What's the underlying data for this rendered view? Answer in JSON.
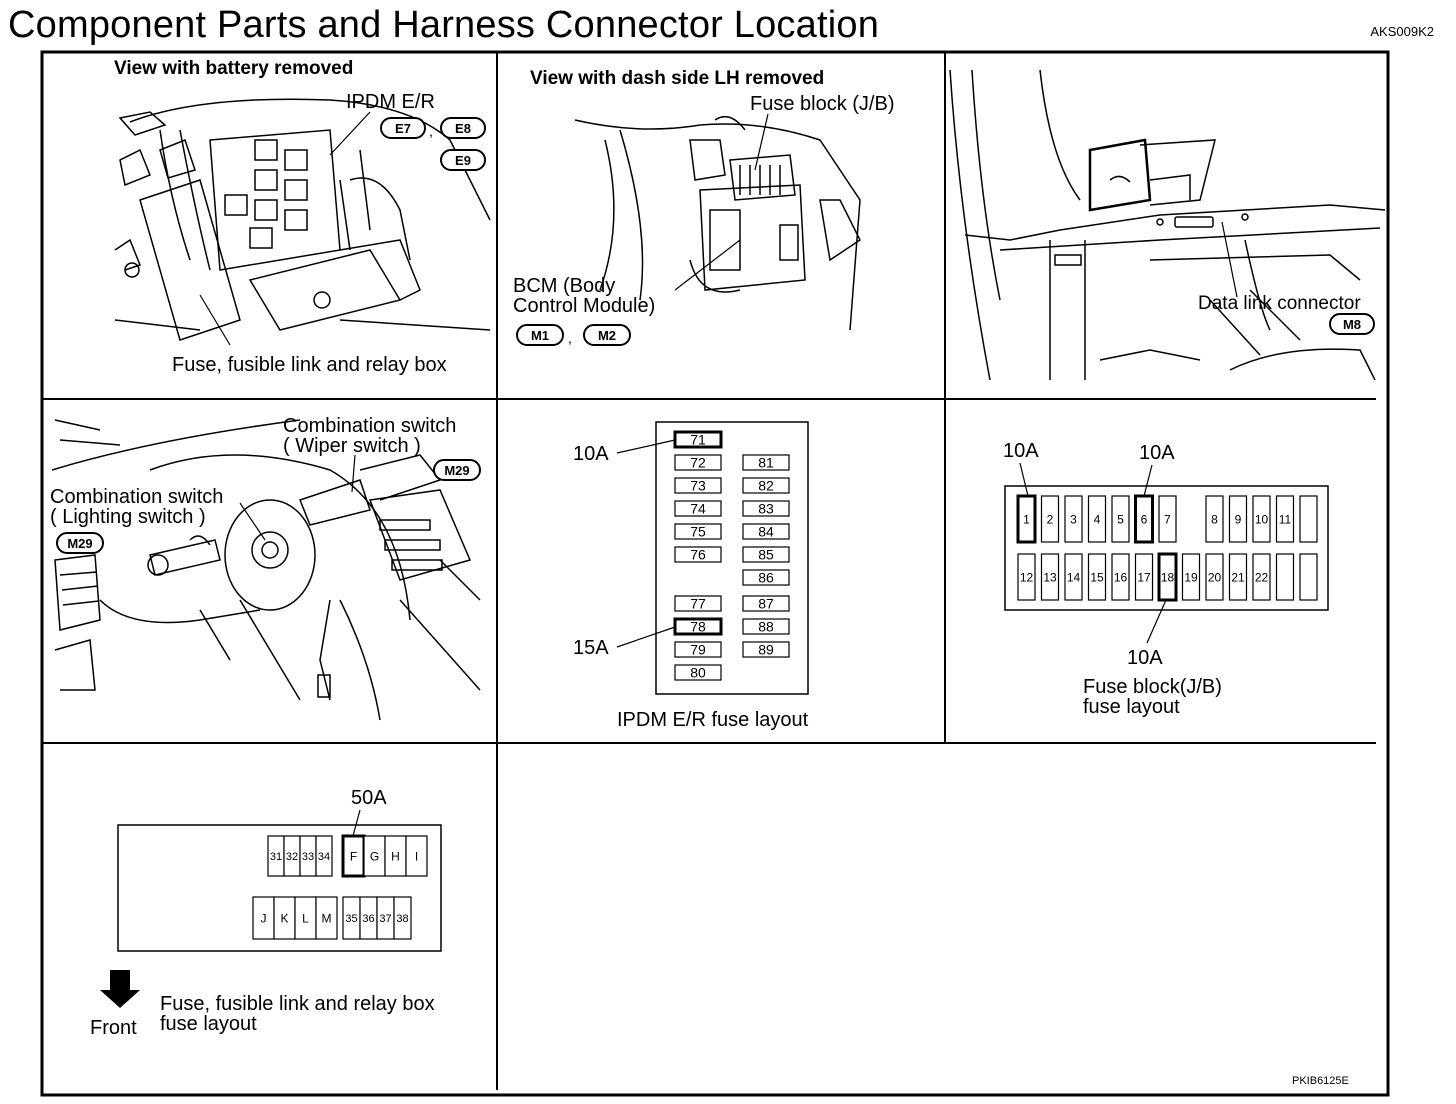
{
  "title": "Component Parts and Harness Connector Location",
  "doc_code": "AKS009K2",
  "figure_code": "PKIB6125E",
  "panel1": {
    "caption": "View with battery removed",
    "ipdm_label": "IPDM E/R",
    "connectors": [
      "E7",
      "E8",
      "E9"
    ],
    "box_label": "Fuse, fusible link and relay box"
  },
  "panel2": {
    "caption": "View with dash side LH removed",
    "fuse_block_label": "Fuse block (J/B)",
    "bcm_line1": "BCM (Body",
    "bcm_line2": "Control Module)",
    "connectors": [
      "M1",
      "M2"
    ],
    "separator": ","
  },
  "panel3": {
    "dlc_label": "Data link connector",
    "connector": "M8"
  },
  "panel4": {
    "wiper_line1": "Combination switch",
    "wiper_line2": "( Wiper switch )",
    "wiper_connector": "M29",
    "lighting_line1": "Combination switch",
    "lighting_line2": "( Lighting switch )",
    "lighting_connector": "M29"
  },
  "panel5": {
    "left_column": [
      "71",
      "72",
      "73",
      "74",
      "75",
      "76",
      "77",
      "78",
      "79",
      "80"
    ],
    "right_column": [
      "81",
      "82",
      "83",
      "84",
      "85",
      "86",
      "87",
      "88",
      "89"
    ],
    "label_10a": "10A",
    "label_15a": "15A",
    "caption": "IPDM E/R fuse layout"
  },
  "panel6": {
    "top_row": [
      "1",
      "2",
      "3",
      "4",
      "5",
      "6",
      "7",
      "",
      "8",
      "9",
      "10",
      "11",
      ""
    ],
    "bottom_row": [
      "12",
      "13",
      "14",
      "15",
      "16",
      "17",
      "18",
      "19",
      "20",
      "21",
      "22",
      "",
      ""
    ],
    "label_10a_left": "10A",
    "label_10a_mid": "10A",
    "label_10a_bottom": "10A",
    "caption_line1": "Fuse block(J/B)",
    "caption_line2": "fuse layout"
  },
  "panel7": {
    "top_row_small": [
      "31",
      "32",
      "33",
      "34"
    ],
    "top_row_large": [
      "F",
      "G",
      "H",
      "I"
    ],
    "bottom_row_large": [
      "J",
      "K",
      "L",
      "M"
    ],
    "bottom_row_small": [
      "35",
      "36",
      "37",
      "38"
    ],
    "label_50a": "50A",
    "front_label": "Front",
    "caption_line1": "Fuse, fusible link and relay box",
    "caption_line2": "fuse layout"
  }
}
